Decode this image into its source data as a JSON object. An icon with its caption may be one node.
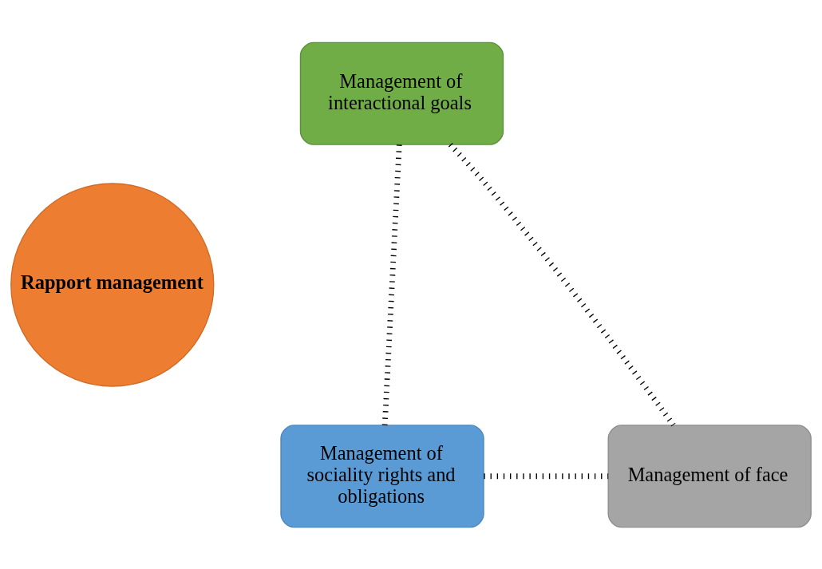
{
  "diagram": {
    "nodes": [
      {
        "text": [
          "Management of interactional goals"
        ]
      },
      {
        "text": [
          "Rapport management"
        ]
      },
      {
        "text": [
          "Management of sociality rights and obligations"
        ]
      },
      {
        "text": [
          "Management of face"
        ]
      }
    ],
    "edges": [
      {
        "from": 0,
        "to": 2,
        "arrow": "none"
      },
      {
        "from": 0,
        "to": 3,
        "arrow": "none"
      },
      {
        "from": 2,
        "to": 3,
        "arrow": "none"
      }
    ]
  }
}
